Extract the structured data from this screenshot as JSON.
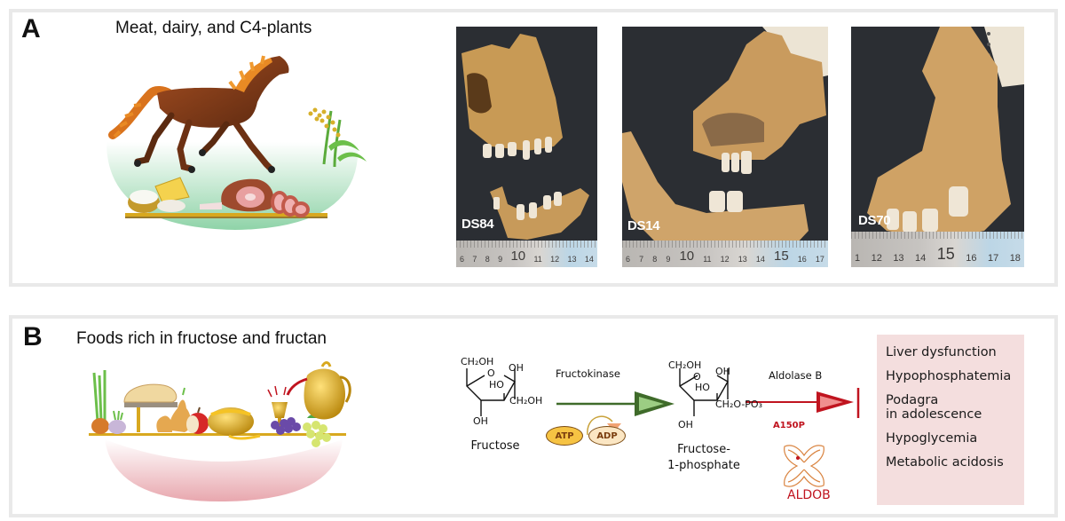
{
  "panels": {
    "a": {
      "letter": "A",
      "title": "Meat, dairy, and C4-plants",
      "illustration": {
        "icons": [
          "horse-icon",
          "millet-plant-icon",
          "cheese-icon",
          "cottage-cheese-bowl-icon",
          "ham-icon",
          "meat-slices-icon"
        ],
        "ground_color": "#8fd3a8"
      },
      "photos": [
        {
          "label": "DS84",
          "ruler_numbers": [
            "6",
            "7",
            "8",
            "9",
            "10",
            "11",
            "12",
            "13",
            "14"
          ],
          "ruler_big": "10"
        },
        {
          "label": "DS14",
          "ruler_numbers": [
            "6",
            "7",
            "8",
            "9",
            "10",
            "11",
            "12",
            "13",
            "14",
            "15",
            "16",
            "17"
          ],
          "ruler_big": "15"
        },
        {
          "label": "DS70",
          "ruler_numbers": [
            "1",
            "12",
            "13",
            "14",
            "15",
            "16",
            "17",
            "18"
          ],
          "ruler_big": "15"
        }
      ]
    },
    "b": {
      "letter": "B",
      "title": "Foods rich in fructose and fructan",
      "illustration": {
        "icons": [
          "onion-icon",
          "garlic-icon",
          "bread-icon",
          "pear-icon",
          "apple-icon",
          "honey-pot-icon",
          "goblet-icon",
          "grapes-icon",
          "jug-icon"
        ],
        "ground_color": "#e8a7ae"
      },
      "pathway": {
        "substrate": {
          "name": "Fructose",
          "groups": {
            "top_left": "CH₂OH",
            "ring_o": "O",
            "top_right": "OH",
            "inner": "HO",
            "right": "CH₂OH",
            "bottom": "OH"
          }
        },
        "enzyme1": {
          "name": "Fructokinase",
          "color": "#3f6b2a",
          "head_fill": "#9ccd83"
        },
        "cofactors": {
          "in": "ATP",
          "out": "ADP"
        },
        "product": {
          "name_line1": "Fructose-",
          "name_line2": "1-phosphate",
          "groups": {
            "top_left": "CH₂OH",
            "ring_o": "O",
            "top_right": "OH",
            "inner": "HO",
            "right": "CH₂O-PO₃",
            "bottom": "OH"
          }
        },
        "enzyme2": {
          "name": "Aldolase B",
          "color": "#c0141f",
          "head_fill": "#f08f8f"
        },
        "protein": {
          "mutation": "A150P",
          "name": "ALDOB",
          "color": "#d9833f"
        },
        "effects": [
          "Liver dysfunction",
          "Hypophosphatemia",
          "Podagra\nin adolescence",
          "Hypoglycemia",
          "Metabolic acidosis"
        ],
        "effects_bg": "#f4dede"
      }
    }
  }
}
